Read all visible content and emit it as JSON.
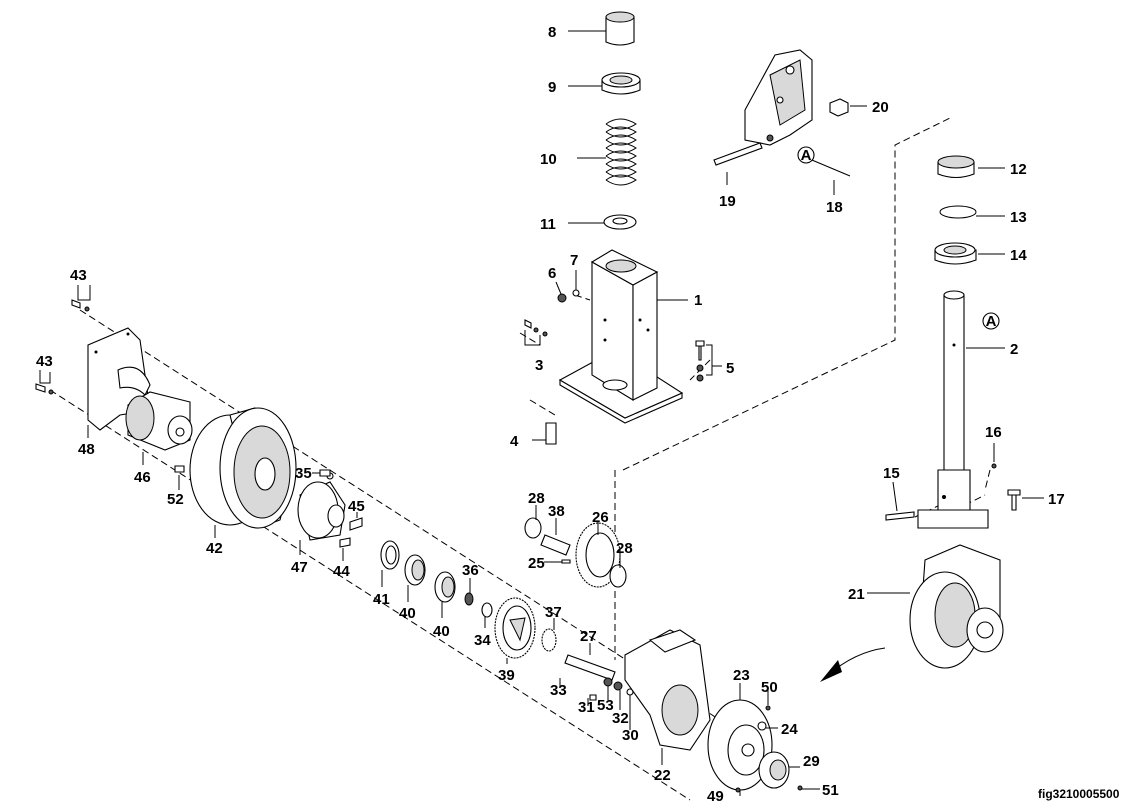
{
  "figure_id": "fig3210005500",
  "reference_marker": "A",
  "labels": [
    "1",
    "2",
    "3",
    "4",
    "5",
    "6",
    "7",
    "8",
    "9",
    "10",
    "11",
    "12",
    "13",
    "14",
    "15",
    "16",
    "17",
    "18",
    "19",
    "20",
    "21",
    "22",
    "23",
    "24",
    "25",
    "26",
    "27",
    "28",
    "28",
    "29",
    "30",
    "31",
    "32",
    "33",
    "34",
    "35",
    "36",
    "37",
    "38",
    "39",
    "40",
    "40",
    "41",
    "42",
    "43",
    "43",
    "44",
    "45",
    "46",
    "47",
    "48",
    "49",
    "50",
    "51",
    "52",
    "53"
  ]
}
